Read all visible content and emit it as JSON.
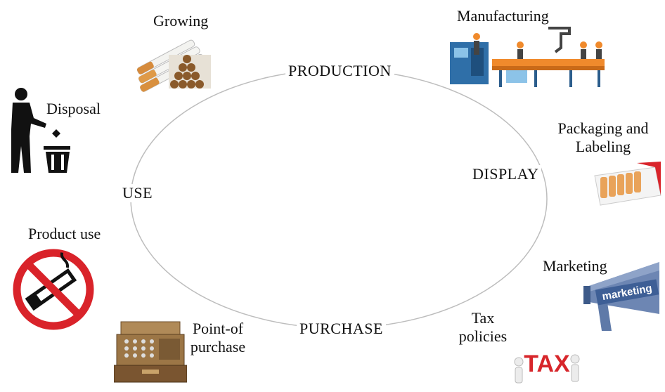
{
  "stages": {
    "production": "PRODUCTION",
    "display": "DISPLAY",
    "purchase": "PURCHASE",
    "use": "USE"
  },
  "steps": {
    "growing": "Growing",
    "manufacturing": "Manufacturing",
    "packaging_line1": "Packaging and",
    "packaging_line2": "Labeling",
    "marketing": "Marketing",
    "tax_line1": "Tax",
    "tax_line2": "policies",
    "pop_line1": "Point-of",
    "pop_line2": "purchase",
    "product_use": "Product use",
    "disposal": "Disposal"
  },
  "image_text": {
    "marketing_banner": "marketing",
    "tax_word": "TAX"
  },
  "colors": {
    "cycle_line": "#bdbdbd",
    "no_sign_red": "#d9232a",
    "tax_red": "#d7262b",
    "marketing_blue": "#4a6fa5",
    "factory_blue": "#2f6fa8",
    "factory_orange": "#f08a2c"
  }
}
